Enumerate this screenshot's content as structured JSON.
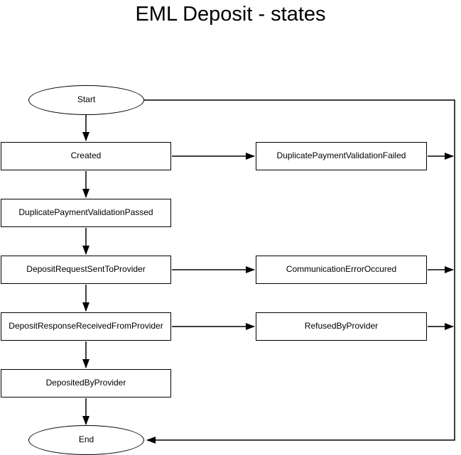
{
  "title": "EML Deposit - states",
  "diagram": {
    "type": "flowchart",
    "colors": {
      "stroke": "#000000",
      "node_fill": "#ffffff",
      "text": "#000000",
      "background": "#ffffff"
    },
    "nodes": {
      "start": {
        "label": "Start",
        "shape": "ellipse"
      },
      "created": {
        "label": "Created",
        "shape": "rect"
      },
      "duplicate_failed": {
        "label": "DuplicatePaymentValidationFailed",
        "shape": "rect"
      },
      "duplicate_passed": {
        "label": "DuplicatePaymentValidationPassed",
        "shape": "rect"
      },
      "request_sent": {
        "label": "DepositRequestSentToProvider",
        "shape": "rect"
      },
      "comm_error": {
        "label": "CommunicationErrorOccured",
        "shape": "rect"
      },
      "response_received": {
        "label": "DepositResponseReceivedFromProvider",
        "shape": "rect"
      },
      "refused": {
        "label": "RefusedByProvider",
        "shape": "rect"
      },
      "deposited": {
        "label": "DepositedByProvider",
        "shape": "rect"
      },
      "end": {
        "label": "End",
        "shape": "ellipse"
      }
    },
    "edges": [
      {
        "from": "Start",
        "to": "Created"
      },
      {
        "from": "Created",
        "to": "DuplicatePaymentValidationPassed"
      },
      {
        "from": "Created",
        "to": "DuplicatePaymentValidationFailed"
      },
      {
        "from": "DuplicatePaymentValidationPassed",
        "to": "DepositRequestSentToProvider"
      },
      {
        "from": "DepositRequestSentToProvider",
        "to": "DepositResponseReceivedFromProvider"
      },
      {
        "from": "DepositRequestSentToProvider",
        "to": "CommunicationErrorOccured"
      },
      {
        "from": "DepositResponseReceivedFromProvider",
        "to": "DepositedByProvider"
      },
      {
        "from": "DepositResponseReceivedFromProvider",
        "to": "RefusedByProvider"
      },
      {
        "from": "DepositedByProvider",
        "to": "End"
      },
      {
        "from": "Start",
        "to": "End",
        "route": "right-rail"
      },
      {
        "from": "DuplicatePaymentValidationFailed",
        "to": "End",
        "route": "right-rail"
      },
      {
        "from": "CommunicationErrorOccured",
        "to": "End",
        "route": "right-rail"
      },
      {
        "from": "RefusedByProvider",
        "to": "End",
        "route": "right-rail"
      }
    ]
  }
}
